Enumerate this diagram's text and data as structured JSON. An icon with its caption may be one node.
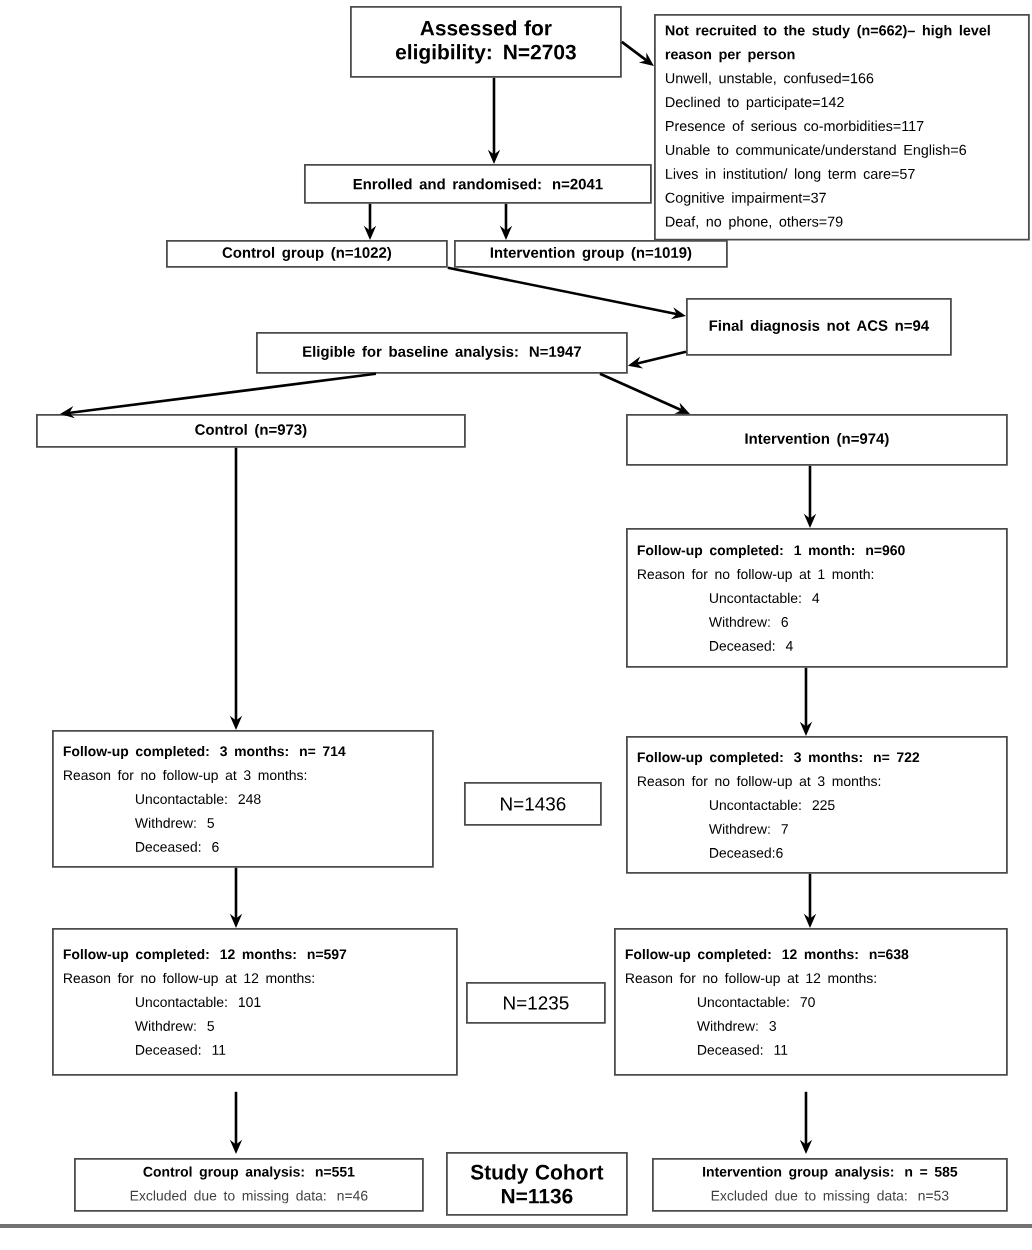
{
  "diagram": {
    "nodes": [
      {
        "text": [
          "Assessed for eligibility: N=2703"
        ]
      },
      {
        "text": [
          "Not recruited to the study (n=662)– high level reason per person",
          "Unwell, unstable, confused=166",
          "Declined to participate=142",
          "Presence of serious co-morbidities=117",
          "Unable to communicate/understand English=6",
          "Lives in institution/ long term care=57",
          "Cognitive impairment=37",
          "Deaf, no phone, others=79"
        ]
      },
      {
        "text": [
          "Enrolled and randomised: n=2041"
        ]
      },
      {
        "text": [
          "Control group (n=1022)"
        ]
      },
      {
        "text": [
          "Intervention group (n=1019)"
        ]
      },
      {
        "text": [
          "Final diagnosis not ACS n=94"
        ]
      },
      {
        "text": [
          "Eligible for baseline analysis: N=1947"
        ]
      },
      {
        "text": [
          "Control (n=973)"
        ]
      },
      {
        "text": [
          "Intervention (n=974)"
        ]
      },
      {
        "text": [
          "Follow-up completed: 1 month: n=960",
          "Reason for no follow-up at 1 month:",
          "Uncontactable: 4",
          "Withdrew: 6",
          "Deceased: 4"
        ]
      },
      {
        "text": [
          "Follow-up completed: 3 months: n= 714",
          "Reason for no follow-up at 3 months:",
          "Uncontactable: 248",
          "Withdrew: 5",
          "Deceased: 6"
        ]
      },
      {
        "text": [
          "N=1436"
        ]
      },
      {
        "text": [
          "Follow-up completed: 3 months: n= 722",
          "Reason for no follow-up at 3 months:",
          "Uncontactable: 225",
          "Withdrew: 7",
          "Deceased:6"
        ]
      },
      {
        "text": [
          "Follow-up completed: 12 months: n=597",
          "Reason for no follow-up at 12 months:",
          "Uncontactable: 101",
          "Withdrew: 5",
          "Deceased: 11"
        ]
      },
      {
        "text": [
          "N=1235"
        ]
      },
      {
        "text": [
          "Follow-up completed: 12 months: n=638",
          "Reason for no follow-up at 12 months:",
          "Uncontactable: 70",
          "Withdrew: 3",
          "Deceased: 11"
        ]
      },
      {
        "text": [
          "Control group analysis: n=551",
          "Excluded due to missing data: n=46"
        ]
      },
      {
        "text": [
          "Study Cohort N=1136"
        ]
      },
      {
        "text": [
          "Intervention group analysis: n = 585",
          "Excluded due to missing data: n=53"
        ]
      }
    ],
    "edges": [
      {
        "from": 0,
        "to": 1,
        "arrow": "to"
      },
      {
        "from": 0,
        "to": 2,
        "arrow": "to"
      },
      {
        "from": 2,
        "to": 3,
        "arrow": "to"
      },
      {
        "from": 2,
        "to": 4,
        "arrow": "to"
      },
      {
        "from": 3,
        "to": 5,
        "arrow": "to"
      },
      {
        "from": 5,
        "to": 6,
        "arrow": "to"
      },
      {
        "from": 6,
        "to": 7,
        "arrow": "to"
      },
      {
        "from": 6,
        "to": 8,
        "arrow": "to"
      },
      {
        "from": 7,
        "to": 10,
        "arrow": "to"
      },
      {
        "from": 8,
        "to": 9,
        "arrow": "to"
      },
      {
        "from": 9,
        "to": 12,
        "arrow": "to"
      },
      {
        "from": 10,
        "to": 13,
        "arrow": "to"
      },
      {
        "from": 12,
        "to": 15,
        "arrow": "to"
      },
      {
        "from": 13,
        "to": 16,
        "arrow": "to"
      },
      {
        "from": 15,
        "to": 18,
        "arrow": "to"
      }
    ]
  }
}
